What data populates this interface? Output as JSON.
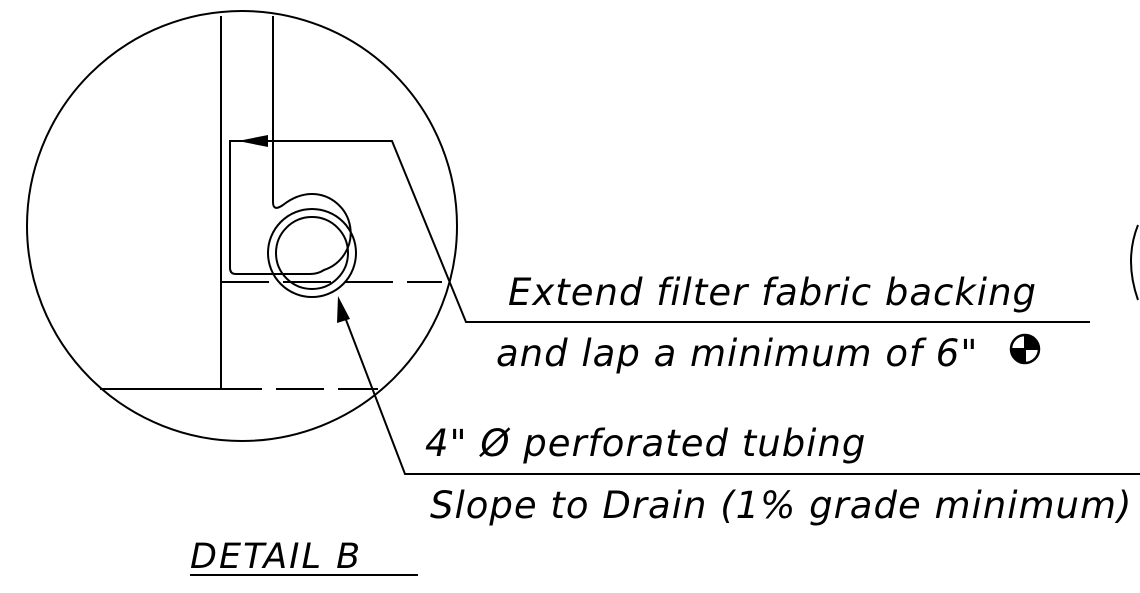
{
  "detail": {
    "title": "DETAIL B",
    "notes": {
      "fabric_line1": "Extend filter fabric backing",
      "fabric_line2": "and lap a minimum of 6\"",
      "tubing": "4\" Ø perforated tubing",
      "slope": "Slope to Drain (1% grade minimum)"
    }
  },
  "icons": {
    "section_marker": "quartered-circle-symbol"
  }
}
